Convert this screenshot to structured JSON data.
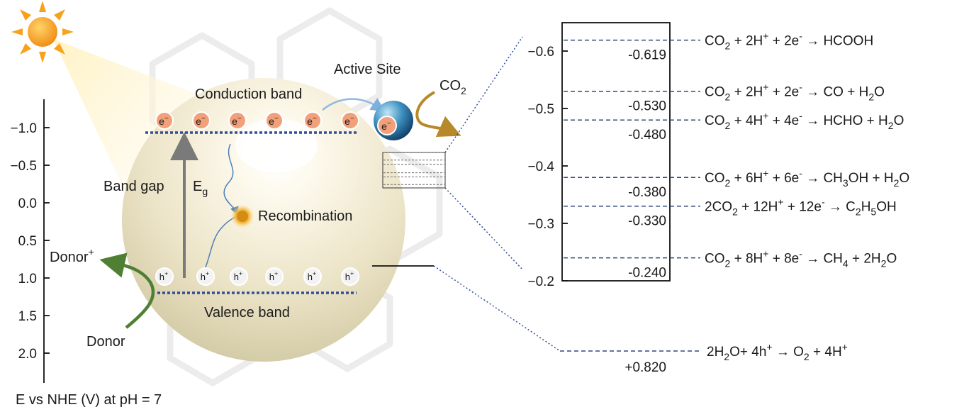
{
  "colors": {
    "accent_dotted": "#2f4f9a",
    "dashed_levels": "#2e4a7a",
    "electron_fill": "#f2a07a",
    "donor_arrow": "#4f7f33",
    "co2_arrow": "#b8892a",
    "transfer_arrow": "#8fb8e0",
    "sphere_light": "#fffdf3",
    "sphere_dark": "#d7cfad"
  },
  "icons": [
    "sun-icon",
    "recombination-glow-icon",
    "active-site-sphere-icon"
  ],
  "left_axis": {
    "ticks": [
      {
        "label": "−1.0",
        "v": -1.0
      },
      {
        "label": "−0.5",
        "v": -0.5
      },
      {
        "label": "0.0",
        "v": 0.0
      },
      {
        "label": "0.5",
        "v": 0.5
      },
      {
        "label": "1.0",
        "v": 1.0
      },
      {
        "label": "1.5",
        "v": 1.5
      },
      {
        "label": "2.0",
        "v": 2.0
      }
    ],
    "caption": "E vs NHE (V) at pH = 7"
  },
  "particle": {
    "conduction_band": "Conduction band",
    "valence_band": "Valence band",
    "band_gap": "Band gap",
    "eg_main": "E",
    "eg_sub": "g",
    "recombination": "Recombination",
    "active_site": "Active Site",
    "co2_main": "CO",
    "co2_sub": "2",
    "electron": "e",
    "electron_sup": "−",
    "hole": "h",
    "hole_sup": "+",
    "donor": "Donor",
    "donor_plus_main": "Donor",
    "donor_plus_sup": "+"
  },
  "zoom_axis": {
    "ticks": [
      {
        "label": "−0.6",
        "v": -0.6
      },
      {
        "label": "−0.5",
        "v": -0.5
      },
      {
        "label": "−0.4",
        "v": -0.4
      },
      {
        "label": "−0.3",
        "v": -0.3
      },
      {
        "label": "−0.2",
        "v": -0.2
      }
    ]
  },
  "reactions": [
    {
      "potential": -0.619,
      "value_label": "-0.619",
      "parts": [
        [
          "CO",
          "n"
        ],
        [
          "2",
          "sub"
        ],
        [
          " + 2H",
          "n"
        ],
        [
          "+",
          "sup"
        ],
        [
          " + 2e",
          "n"
        ],
        [
          "-",
          "sup"
        ],
        [
          " →  HCOOH",
          "n"
        ]
      ]
    },
    {
      "potential": -0.53,
      "value_label": "-0.530",
      "parts": [
        [
          "CO",
          "n"
        ],
        [
          "2",
          "sub"
        ],
        [
          " + 2H",
          "n"
        ],
        [
          "+",
          "sup"
        ],
        [
          " + 2e",
          "n"
        ],
        [
          "-",
          "sup"
        ],
        [
          " →  CO + H",
          "n"
        ],
        [
          "2",
          "sub"
        ],
        [
          "O",
          "n"
        ]
      ]
    },
    {
      "potential": -0.48,
      "value_label": "-0.480",
      "parts": [
        [
          "CO",
          "n"
        ],
        [
          "2",
          "sub"
        ],
        [
          " + 4H",
          "n"
        ],
        [
          "+",
          "sup"
        ],
        [
          " + 4e",
          "n"
        ],
        [
          "-",
          "sup"
        ],
        [
          " →  HCHO + H",
          "n"
        ],
        [
          "2",
          "sub"
        ],
        [
          "O",
          "n"
        ]
      ]
    },
    {
      "potential": -0.38,
      "value_label": "-0.380",
      "parts": [
        [
          "CO",
          "n"
        ],
        [
          "2",
          "sub"
        ],
        [
          " + 6H",
          "n"
        ],
        [
          "+",
          "sup"
        ],
        [
          " + 6e",
          "n"
        ],
        [
          "-",
          "sup"
        ],
        [
          " →  CH",
          "n"
        ],
        [
          "3",
          "sub"
        ],
        [
          "OH + H",
          "n"
        ],
        [
          "2",
          "sub"
        ],
        [
          "O",
          "n"
        ]
      ]
    },
    {
      "potential": -0.33,
      "value_label": "-0.330",
      "parts": [
        [
          "2CO",
          "n"
        ],
        [
          "2",
          "sub"
        ],
        [
          " + 12H",
          "n"
        ],
        [
          "+",
          "sup"
        ],
        [
          " + 12e",
          "n"
        ],
        [
          "-",
          "sup"
        ],
        [
          " →  C",
          "n"
        ],
        [
          "2",
          "sub"
        ],
        [
          "H",
          "n"
        ],
        [
          "5",
          "sub"
        ],
        [
          "OH",
          "n"
        ]
      ]
    },
    {
      "potential": -0.24,
      "value_label": "-0.240",
      "parts": [
        [
          "CO",
          "n"
        ],
        [
          "2",
          "sub"
        ],
        [
          " + 8H",
          "n"
        ],
        [
          "+",
          "sup"
        ],
        [
          " + 8e",
          "n"
        ],
        [
          "-",
          "sup"
        ],
        [
          " →  CH",
          "n"
        ],
        [
          "4",
          "sub"
        ],
        [
          " + 2H",
          "n"
        ],
        [
          "2",
          "sub"
        ],
        [
          "O",
          "n"
        ]
      ]
    }
  ],
  "oxidation": {
    "potential": 0.82,
    "value_label": "+0.820",
    "parts": [
      [
        "2H",
        "n"
      ],
      [
        "2",
        "sub"
      ],
      [
        "O+ 4h",
        "n"
      ],
      [
        "+",
        "sup"
      ],
      [
        " →  O",
        "n"
      ],
      [
        "2",
        "sub"
      ],
      [
        " + 4H",
        "n"
      ],
      [
        "+",
        "sup"
      ]
    ]
  }
}
